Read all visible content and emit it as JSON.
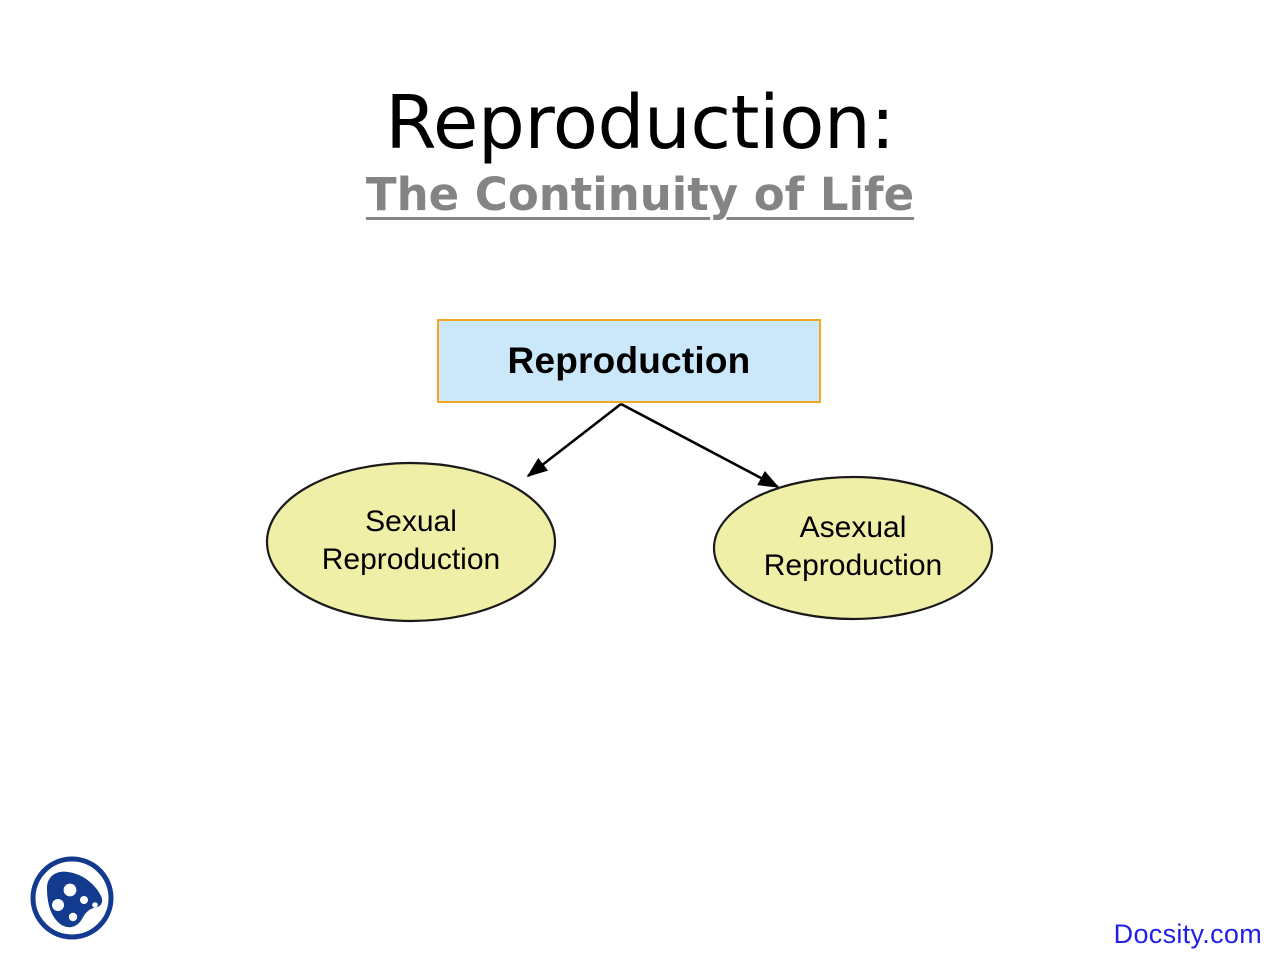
{
  "slide": {
    "background_color": "#ffffff",
    "title": "Reproduction:",
    "subtitle": "The Continuity of Life",
    "title_color": "#000000",
    "subtitle_color": "#848484"
  },
  "diagram": {
    "type": "flowchart",
    "root": {
      "label": "Reproduction",
      "shape": "rectangle",
      "fill_color": "#cbe8fa",
      "border_color": "#f5a623"
    },
    "children": [
      {
        "label_line1": "Sexual",
        "label_line2": "Reproduction",
        "shape": "ellipse",
        "fill_color": "#efefa8",
        "border_color": "#1a1a1a"
      },
      {
        "label_line1": "Asexual",
        "label_line2": "Reproduction",
        "shape": "ellipse",
        "fill_color": "#efefa8",
        "border_color": "#1a1a1a"
      }
    ],
    "connectors": {
      "count": 2,
      "style": "straight-arrow",
      "color": "#000000"
    }
  },
  "footer": {
    "brand": "Docsity.com",
    "brand_color": "#1f1fe8",
    "logo_name": "docsity-logo",
    "logo_color": "#123a8f"
  }
}
